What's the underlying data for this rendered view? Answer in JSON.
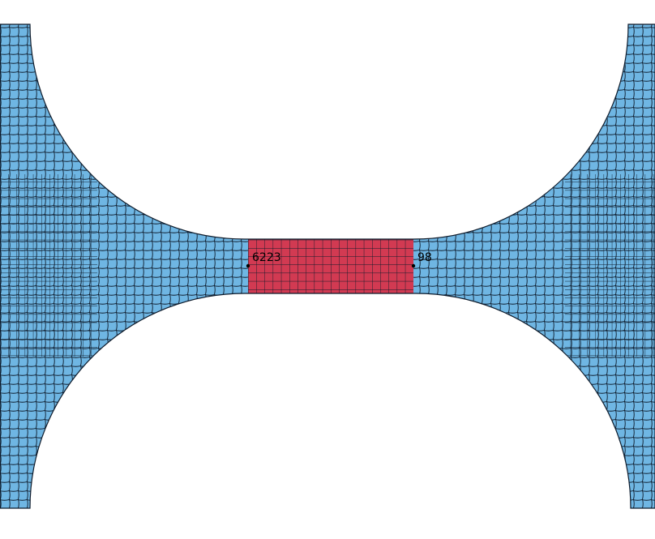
{
  "colors": {
    "background": "#ffffff",
    "mesh_fill": "#6fb6e3",
    "selected_fill": "#d23a52",
    "mesh_line": "#0d1a2a"
  },
  "mesh": {
    "selected_region": "center-neck",
    "node_labels": [
      {
        "id": "node-6223",
        "text": "6223"
      },
      {
        "id": "node-98",
        "text": "98"
      }
    ]
  }
}
